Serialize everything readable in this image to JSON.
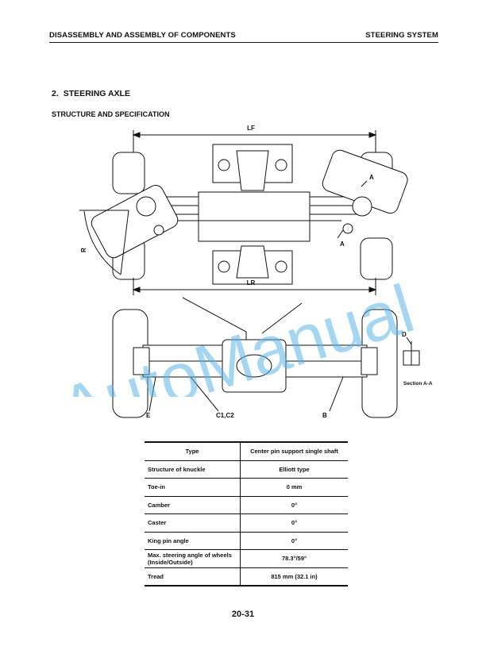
{
  "header": {
    "left": "DISASSEMBLY AND ASSEMBLY OF COMPONENTS",
    "right": "STEERING SYSTEM"
  },
  "section": {
    "number": "2.",
    "title": "STEERING AXLE"
  },
  "subsection": {
    "title": "STRUCTURE AND SPECIFICATION"
  },
  "figure_labels": {
    "lf": "LF",
    "lr": "LR",
    "r": "R",
    "a_left": "A",
    "a_right": "A",
    "b": "B",
    "c1c2": "C1,C2",
    "d": "D",
    "e": "E",
    "section_view": "Section A-A"
  },
  "spec_table": {
    "header": {
      "label": "Type",
      "value": "Center pin support single shaft"
    },
    "rows": [
      {
        "label": "Structure of knuckle",
        "value": "Elliott type"
      },
      {
        "label": "Toe-in",
        "value": "0 mm"
      },
      {
        "label": "Camber",
        "value": "0°"
      },
      {
        "label": "Caster",
        "value": "0°"
      },
      {
        "label": "King pin angle",
        "value": "0°"
      },
      {
        "label": "Max. steering angle of wheels (Inside/Outside)",
        "value": "78.3°/59°"
      },
      {
        "label": "Tread",
        "value": "815 mm (32.1 in)"
      }
    ]
  },
  "page_number": "20-31",
  "watermark": {
    "text": "AutoManual",
    "color": "#5ab4e6"
  }
}
